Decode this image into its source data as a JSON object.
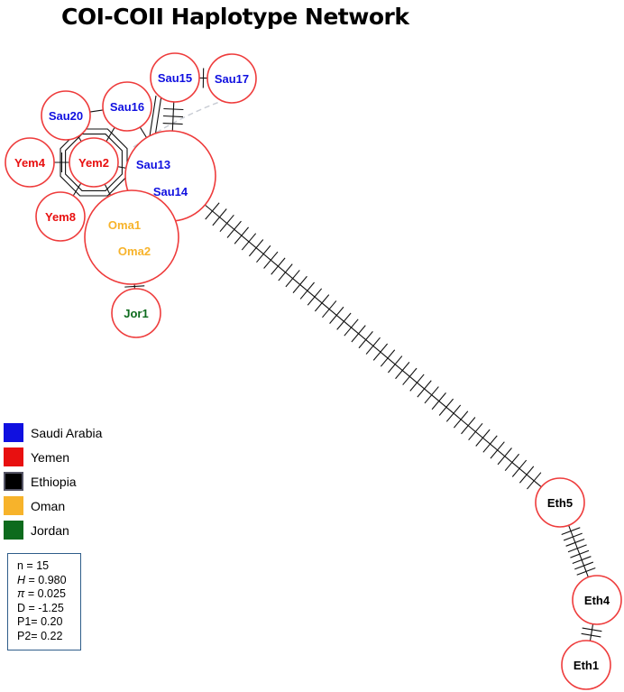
{
  "title": "COI-COII Haplotype Network",
  "colors": {
    "saudi": "#1010e0",
    "yemen": "#e81010",
    "ethiopia": "#000000",
    "oman": "#f7b32b",
    "jordan": "#0d6b1d",
    "node_outline": "#ee3b3b",
    "stats_border": "#2f5d8a"
  },
  "legend": [
    {
      "label": "Saudi Arabia",
      "color": "#1010e0"
    },
    {
      "label": "Yemen",
      "color": "#e81010"
    },
    {
      "label": "Ethiopia",
      "color": "#000000"
    },
    {
      "label": "Oman",
      "color": "#f7b32b"
    },
    {
      "label": "Jordan",
      "color": "#0d6b1d"
    }
  ],
  "stats": [
    {
      "key": "n",
      "italic": false,
      "text": " = 15"
    },
    {
      "key": "H",
      "italic": true,
      "text": " = 0.980"
    },
    {
      "key": "π",
      "italic": true,
      "text": " = 0.025"
    },
    {
      "key": "D",
      "italic": false,
      "text": " = -1.25"
    },
    {
      "key": "P1",
      "italic": false,
      "text": "= 0.20"
    },
    {
      "key": "P2",
      "italic": false,
      "text": "= 0.22"
    }
  ],
  "haplotypes": [
    {
      "id": "Sau13_14",
      "labels": [
        "Sau13",
        "Sau14"
      ],
      "country": "saudi"
    },
    {
      "id": "Oma1_2",
      "labels": [
        "Oma1",
        "Oma2"
      ],
      "country": "oman"
    },
    {
      "id": "Sau15",
      "labels": [
        "Sau15"
      ],
      "country": "saudi"
    },
    {
      "id": "Sau17",
      "labels": [
        "Sau17"
      ],
      "country": "saudi"
    },
    {
      "id": "Sau16",
      "labels": [
        "Sau16"
      ],
      "country": "saudi"
    },
    {
      "id": "Sau20",
      "labels": [
        "Sau20"
      ],
      "country": "saudi"
    },
    {
      "id": "Yem4",
      "labels": [
        "Yem4"
      ],
      "country": "yemen"
    },
    {
      "id": "Yem2",
      "labels": [
        "Yem2"
      ],
      "country": "yemen"
    },
    {
      "id": "Yem8",
      "labels": [
        "Yem8"
      ],
      "country": "yemen"
    },
    {
      "id": "Jor1",
      "labels": [
        "Jor1"
      ],
      "country": "jordan"
    },
    {
      "id": "Eth5",
      "labels": [
        "Eth5"
      ],
      "country": "ethiopia"
    },
    {
      "id": "Eth4",
      "labels": [
        "Eth4"
      ],
      "country": "ethiopia"
    },
    {
      "id": "Eth1",
      "labels": [
        "Eth1"
      ],
      "country": "ethiopia"
    }
  ],
  "links": [
    {
      "from": "Sau13_14",
      "to": "Eth5",
      "mutations": 45
    },
    {
      "from": "Eth5",
      "to": "Eth4",
      "mutations": 8
    },
    {
      "from": "Eth4",
      "to": "Eth1",
      "mutations": 2
    },
    {
      "from": "Sau15",
      "to": "Sau17",
      "mutations": 1
    },
    {
      "from": "Sau15",
      "to": "Sau13_14",
      "mutations": 3
    },
    {
      "from": "Oma1_2",
      "to": "Jor1",
      "mutations": 1
    },
    {
      "from": "Yem4",
      "to": "Yem2",
      "mutations": 1
    },
    {
      "from": "Sau20",
      "to": "Sau16",
      "mutations": 0
    }
  ]
}
